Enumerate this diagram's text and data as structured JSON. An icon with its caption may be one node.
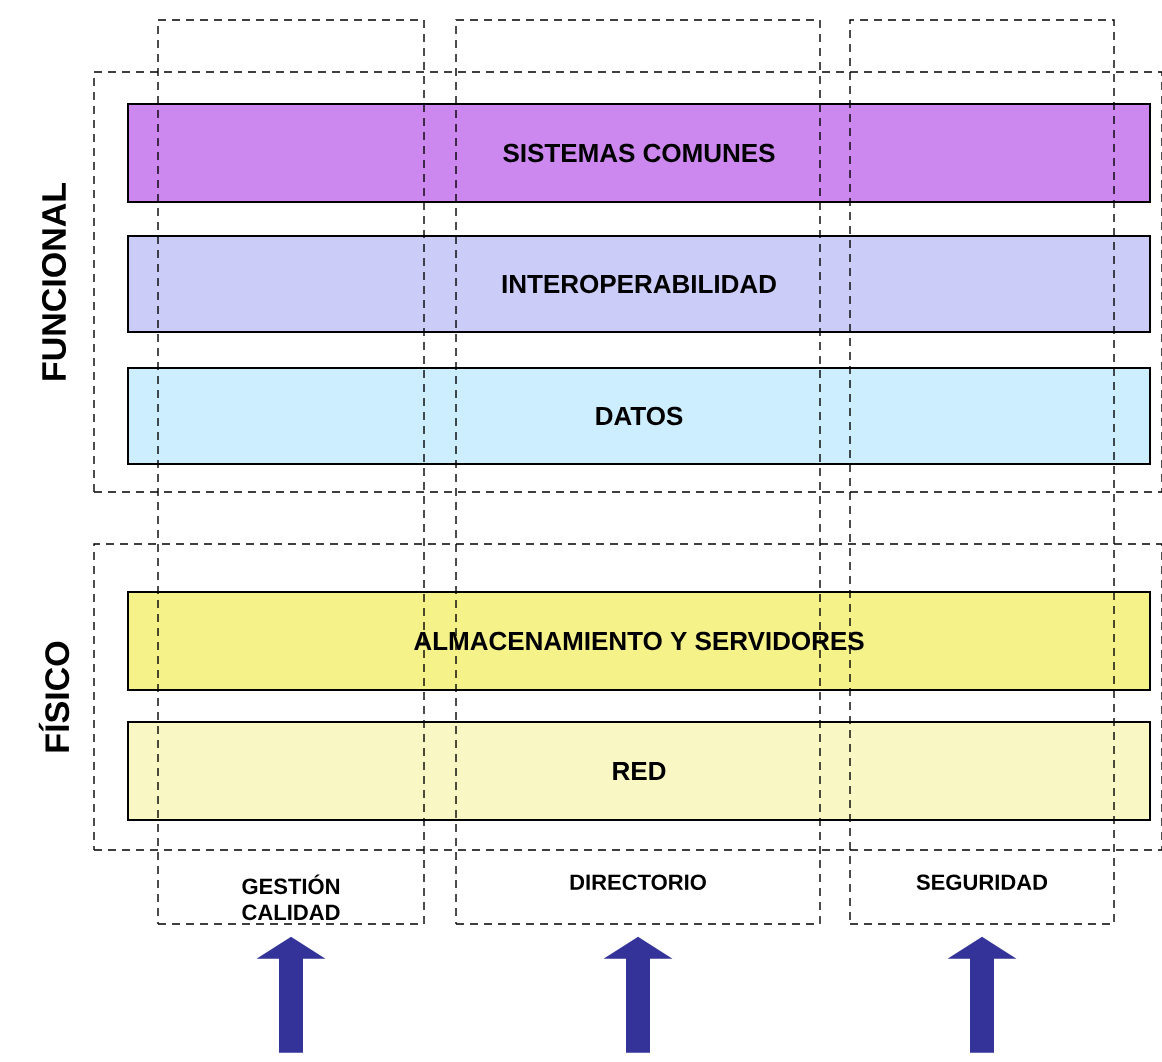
{
  "diagram": {
    "nodes": [
      {
        "text": [
          "FUNCIONAL"
        ]
      },
      {
        "text": [
          "SISTEMAS COMUNES"
        ],
        "in": 0
      },
      {
        "text": [
          "INTEROPERABILIDAD"
        ],
        "in": 0
      },
      {
        "text": [
          "DATOS"
        ],
        "in": 0
      },
      {
        "text": [
          "FÍSICO"
        ]
      },
      {
        "text": [
          "ALMACENAMIENTO Y SERVIDORES"
        ],
        "in": 4
      },
      {
        "text": [
          "RED"
        ],
        "in": 4
      },
      {
        "text": [
          "GESTIÓN CALIDAD"
        ]
      },
      {
        "text": [
          "DIRECTORIO"
        ]
      },
      {
        "text": [
          "SEGURIDAD"
        ]
      }
    ],
    "edges": [
      {
        "from": null,
        "to": 7,
        "arrow": "to"
      },
      {
        "from": null,
        "to": 8,
        "arrow": "to"
      },
      {
        "from": null,
        "to": 9,
        "arrow": "to"
      }
    ]
  }
}
